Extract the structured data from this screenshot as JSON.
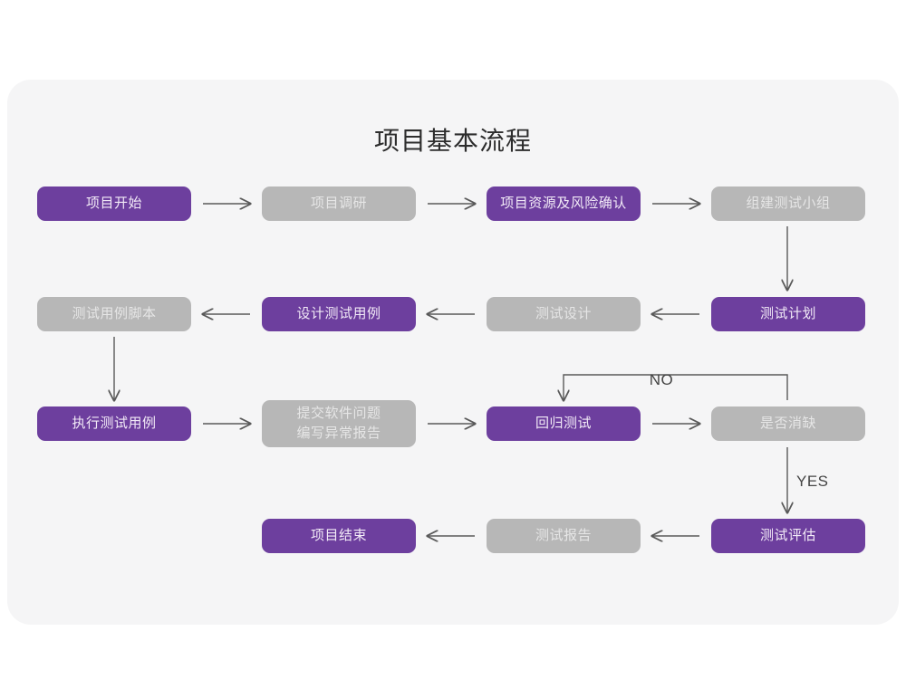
{
  "diagram": {
    "title": "项目基本流程",
    "colors": {
      "page_background": "#ffffff",
      "panel_background": "#f5f5f6",
      "accent_purple": "#6d3f9e",
      "muted_gray": "#b7b7b7",
      "purple_text": "#f2eaf7",
      "gray_text": "#e6e6e6",
      "connector": "#595959",
      "title_text": "#2d2d2d"
    },
    "nodes": [
      {
        "id": "n1",
        "label": "项目开始",
        "style": "purple",
        "row": 1
      },
      {
        "id": "n2",
        "label": "项目调研",
        "style": "gray",
        "row": 1
      },
      {
        "id": "n3",
        "label": "项目资源及风险确认",
        "style": "purple",
        "row": 1
      },
      {
        "id": "n4",
        "label": "组建测试小组",
        "style": "gray",
        "row": 1
      },
      {
        "id": "n5",
        "label": "测试用例脚本",
        "style": "gray",
        "row": 2
      },
      {
        "id": "n6",
        "label": "设计测试用例",
        "style": "purple",
        "row": 2
      },
      {
        "id": "n7",
        "label": "测试设计",
        "style": "gray",
        "row": 2
      },
      {
        "id": "n8",
        "label": "测试计划",
        "style": "purple",
        "row": 2
      },
      {
        "id": "n9",
        "label": "执行测试用例",
        "style": "purple",
        "row": 3
      },
      {
        "id": "n10",
        "label": "提交软件问题\n编写异常报告",
        "style": "gray",
        "row": 3
      },
      {
        "id": "n11",
        "label": "回归测试",
        "style": "purple",
        "row": 3
      },
      {
        "id": "n12",
        "label": "是否消缺",
        "style": "gray",
        "row": 3
      },
      {
        "id": "n13",
        "label": "项目结束",
        "style": "purple",
        "row": 4
      },
      {
        "id": "n14",
        "label": "测试报告",
        "style": "gray",
        "row": 4
      },
      {
        "id": "n15",
        "label": "测试评估",
        "style": "purple",
        "row": 4
      }
    ],
    "edge_labels": {
      "no": "NO",
      "yes": "YES"
    }
  }
}
